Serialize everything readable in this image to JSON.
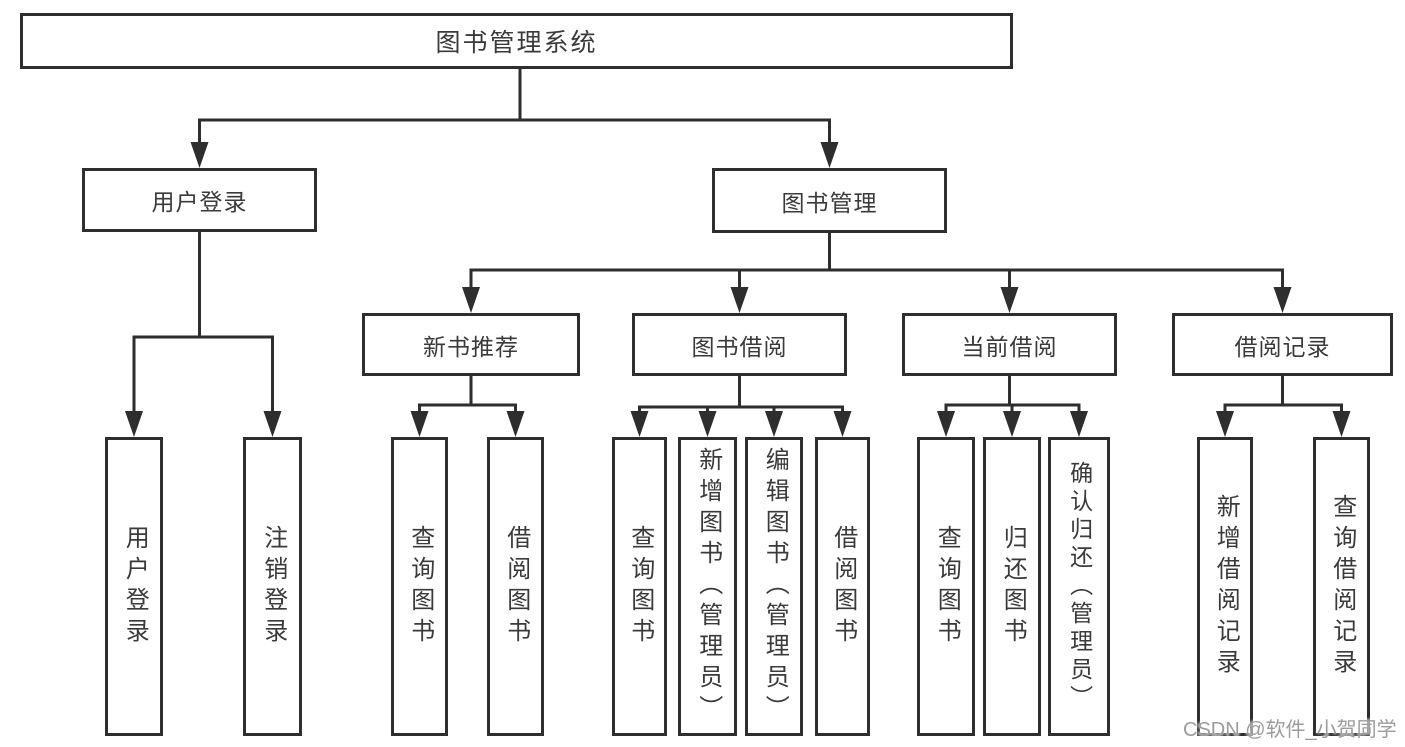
{
  "diagram": {
    "root": "图书管理系统",
    "branches": {
      "user": {
        "label": "用户登录",
        "children": [
          "用户登录",
          "注销登录"
        ]
      },
      "book": {
        "label": "图书管理",
        "sections": [
          {
            "label": "新书推荐",
            "children": [
              "查询图书",
              "借阅图书"
            ]
          },
          {
            "label": "图书借阅",
            "children": [
              "查询图书",
              "新增图书（管理员）",
              "编辑图书（管理员）",
              "借阅图书"
            ]
          },
          {
            "label": "当前借阅",
            "children": [
              "查询图书",
              "归还图书",
              "确认归还（管理员）"
            ]
          },
          {
            "label": "借阅记录",
            "children": [
              "新增借阅记录",
              "查询借阅记录"
            ]
          }
        ]
      }
    }
  },
  "colors": {
    "line": "#2e2e2e",
    "text": "#3a3a3a",
    "watermark": "#9c9c9c",
    "background": "#ffffff"
  },
  "watermark": "CSDN @软件_小贺同学"
}
